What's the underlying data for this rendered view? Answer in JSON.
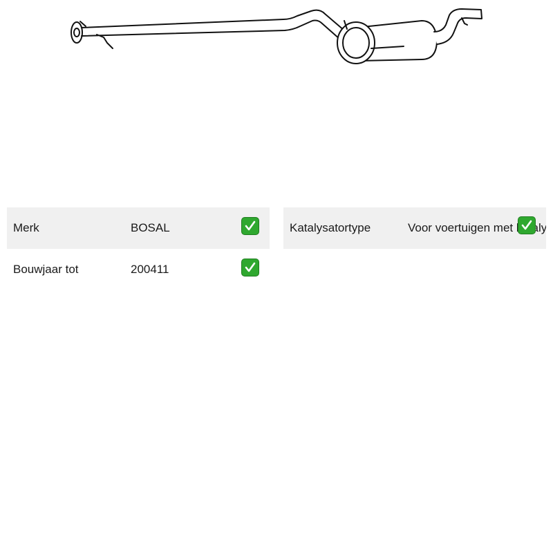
{
  "product": {
    "image_icon": "exhaust-middle-silencer-drawing"
  },
  "specs_left": [
    {
      "label": "Merk",
      "value": "BOSAL",
      "icon": "check-mark-icon"
    },
    {
      "label": "Bouwjaar tot",
      "value": "200411",
      "icon": "check-mark-icon"
    }
  ],
  "specs_right": [
    {
      "label": "Katalysatortype",
      "value": "Voor voertuigen met katalysator",
      "icon": "check-mark-icon"
    }
  ],
  "colors": {
    "row_shade": "#f0f0f0",
    "check_green": "#2fa82f"
  }
}
